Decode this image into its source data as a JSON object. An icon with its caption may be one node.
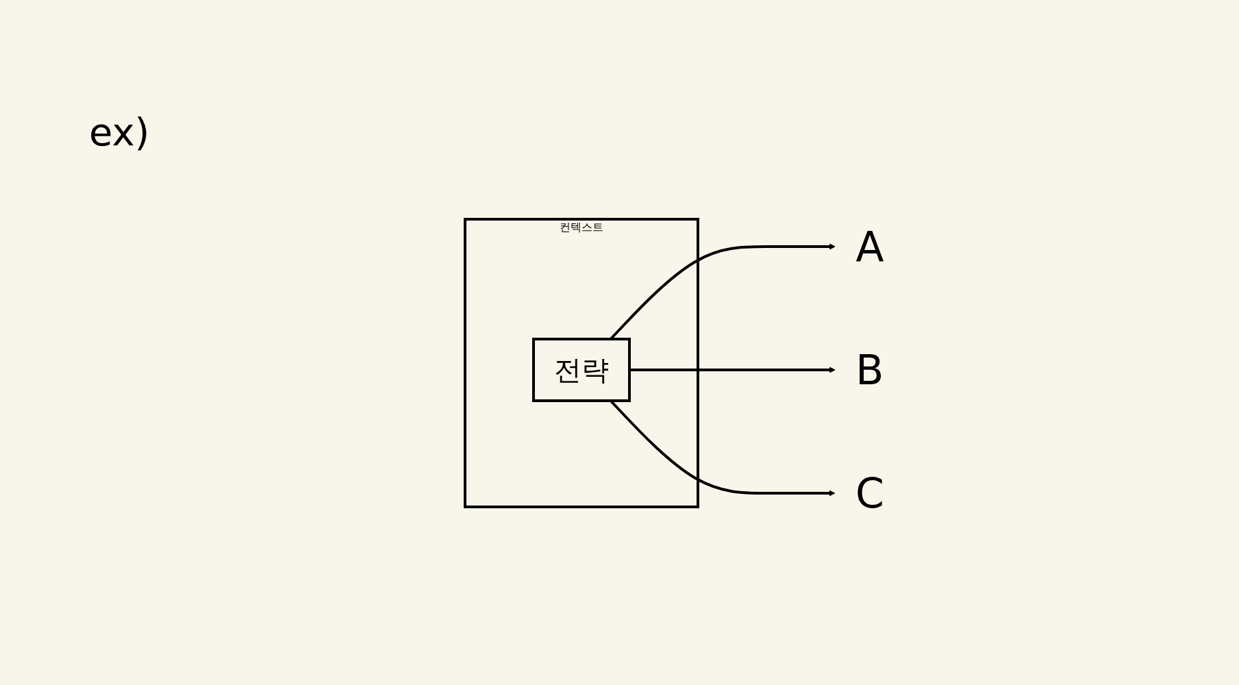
{
  "diagram": {
    "nodes": [
      {
        "text": [
          "컨텍스트"
        ]
      },
      {
        "text": [
          "전략"
        ],
        "in": 0
      },
      {
        "text": [
          "A"
        ]
      },
      {
        "text": [
          "B"
        ]
      },
      {
        "text": [
          "C"
        ]
      }
    ],
    "edges": [
      {
        "from": 1,
        "to": 2,
        "arrow": "to"
      },
      {
        "from": 1,
        "to": 3,
        "arrow": "to"
      },
      {
        "from": 1,
        "to": 4,
        "arrow": "to"
      }
    ],
    "labels": [
      "ex)"
    ]
  }
}
